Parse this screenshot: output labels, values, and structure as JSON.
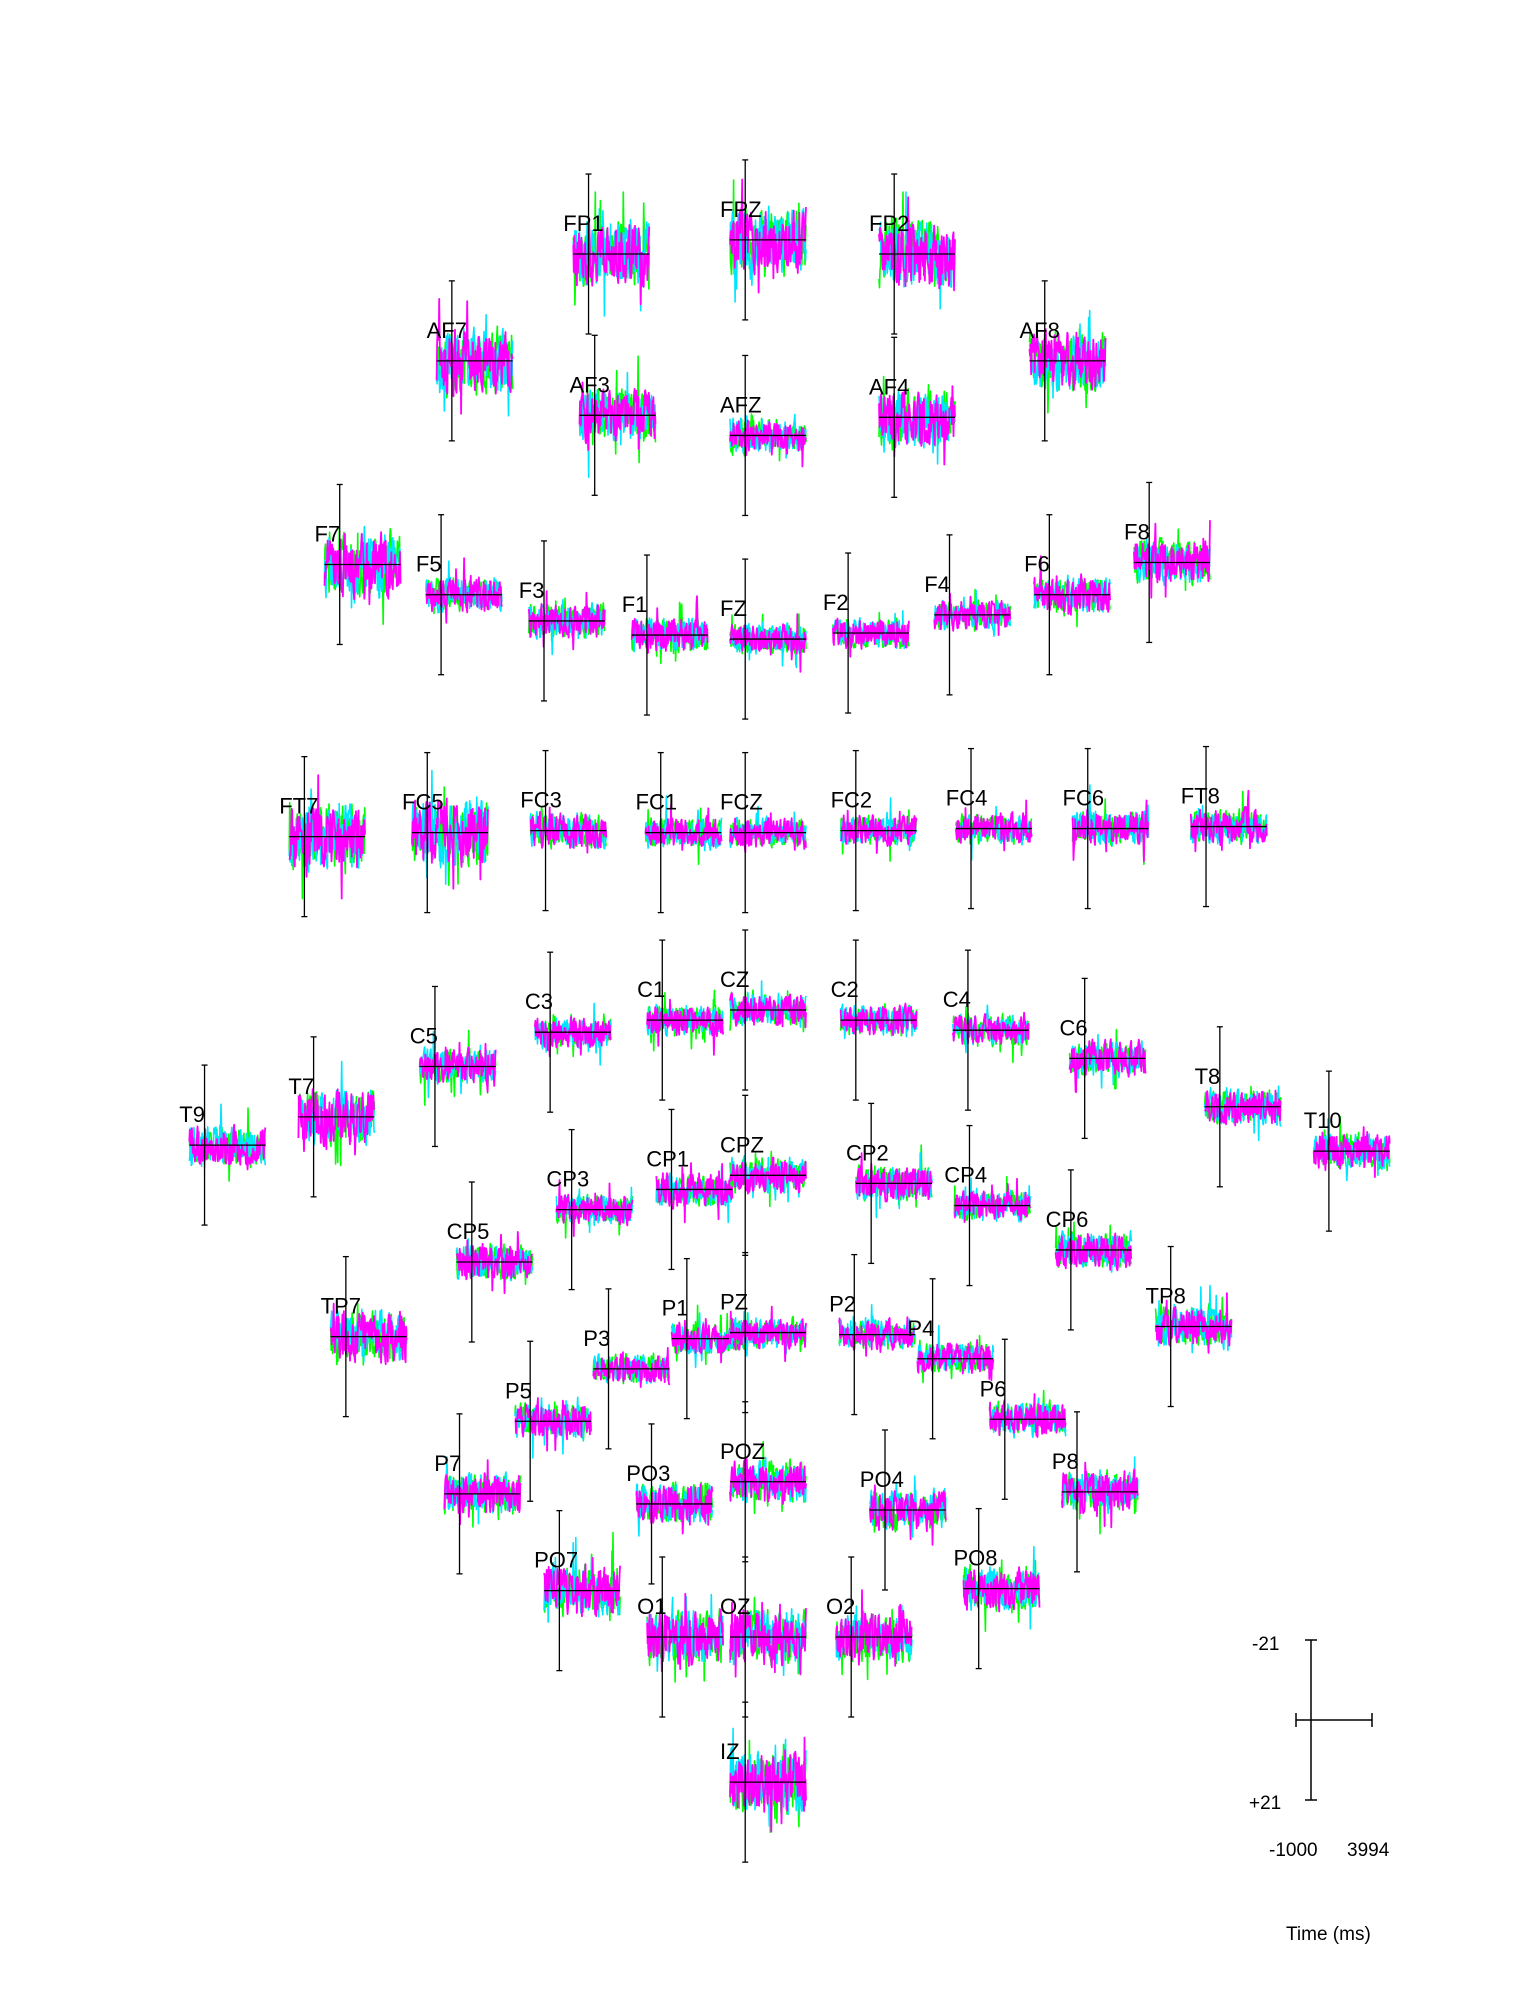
{
  "chart_data": {
    "type": "line",
    "description_axis": {
      "x_label": "Time (ms)",
      "x_min_label": "-1000",
      "x_max_label": "3994",
      "y_top_label": "-21",
      "y_bottom_label": "+21"
    },
    "xlim": [
      -1000,
      3994
    ],
    "ylim": [
      -21,
      21
    ],
    "y_inverted": true,
    "series_colors": [
      "#00ff00",
      "#00e5ff",
      "#ff00ff"
    ],
    "channels": [
      {
        "name": "FP1",
        "cx": 0.398,
        "cy": 0.126,
        "amp": 0.65
      },
      {
        "name": "FPZ",
        "cx": 0.5,
        "cy": 0.119,
        "amp": 0.65
      },
      {
        "name": "FP2",
        "cx": 0.597,
        "cy": 0.126,
        "amp": 0.65
      },
      {
        "name": "AF7",
        "cx": 0.309,
        "cy": 0.179,
        "amp": 0.65
      },
      {
        "name": "AF3",
        "cx": 0.402,
        "cy": 0.206,
        "amp": 0.55
      },
      {
        "name": "AFZ",
        "cx": 0.5,
        "cy": 0.216,
        "amp": 0.35
      },
      {
        "name": "AF4",
        "cx": 0.597,
        "cy": 0.207,
        "amp": 0.55
      },
      {
        "name": "AF8",
        "cx": 0.695,
        "cy": 0.179,
        "amp": 0.6
      },
      {
        "name": "F7",
        "cx": 0.236,
        "cy": 0.28,
        "amp": 0.65
      },
      {
        "name": "F5",
        "cx": 0.302,
        "cy": 0.295,
        "amp": 0.35
      },
      {
        "name": "F3",
        "cx": 0.369,
        "cy": 0.308,
        "amp": 0.35
      },
      {
        "name": "F1",
        "cx": 0.436,
        "cy": 0.315,
        "amp": 0.35
      },
      {
        "name": "FZ",
        "cx": 0.5,
        "cy": 0.317,
        "amp": 0.3
      },
      {
        "name": "F2",
        "cx": 0.567,
        "cy": 0.314,
        "amp": 0.3
      },
      {
        "name": "F4",
        "cx": 0.633,
        "cy": 0.305,
        "amp": 0.3
      },
      {
        "name": "F6",
        "cx": 0.698,
        "cy": 0.295,
        "amp": 0.35
      },
      {
        "name": "F8",
        "cx": 0.763,
        "cy": 0.279,
        "amp": 0.45
      },
      {
        "name": "FT7",
        "cx": 0.213,
        "cy": 0.415,
        "amp": 0.65
      },
      {
        "name": "FC5",
        "cx": 0.293,
        "cy": 0.413,
        "amp": 0.65
      },
      {
        "name": "FC3",
        "cx": 0.37,
        "cy": 0.412,
        "amp": 0.35
      },
      {
        "name": "FC1",
        "cx": 0.445,
        "cy": 0.413,
        "amp": 0.3
      },
      {
        "name": "FCZ",
        "cx": 0.5,
        "cy": 0.413,
        "amp": 0.3
      },
      {
        "name": "FC2",
        "cx": 0.572,
        "cy": 0.412,
        "amp": 0.3
      },
      {
        "name": "FC4",
        "cx": 0.647,
        "cy": 0.411,
        "amp": 0.3
      },
      {
        "name": "FC6",
        "cx": 0.723,
        "cy": 0.411,
        "amp": 0.35
      },
      {
        "name": "FT8",
        "cx": 0.8,
        "cy": 0.41,
        "amp": 0.35
      },
      {
        "name": "C3",
        "cx": 0.373,
        "cy": 0.512,
        "amp": 0.3
      },
      {
        "name": "C1",
        "cx": 0.446,
        "cy": 0.506,
        "amp": 0.3
      },
      {
        "name": "CZ",
        "cx": 0.5,
        "cy": 0.501,
        "amp": 0.3
      },
      {
        "name": "C2",
        "cx": 0.572,
        "cy": 0.506,
        "amp": 0.3
      },
      {
        "name": "C4",
        "cx": 0.645,
        "cy": 0.511,
        "amp": 0.3
      },
      {
        "name": "C5",
        "cx": 0.298,
        "cy": 0.529,
        "amp": 0.35
      },
      {
        "name": "C6",
        "cx": 0.721,
        "cy": 0.525,
        "amp": 0.35
      },
      {
        "name": "T7",
        "cx": 0.219,
        "cy": 0.554,
        "amp": 0.55
      },
      {
        "name": "T8",
        "cx": 0.809,
        "cy": 0.549,
        "amp": 0.35
      },
      {
        "name": "T9",
        "cx": 0.148,
        "cy": 0.568,
        "amp": 0.4
      },
      {
        "name": "T10",
        "cx": 0.88,
        "cy": 0.571,
        "amp": 0.35
      },
      {
        "name": "CP1",
        "cx": 0.452,
        "cy": 0.59,
        "amp": 0.35
      },
      {
        "name": "CPZ",
        "cx": 0.5,
        "cy": 0.583,
        "amp": 0.35
      },
      {
        "name": "CP2",
        "cx": 0.582,
        "cy": 0.587,
        "amp": 0.35
      },
      {
        "name": "CP3",
        "cx": 0.387,
        "cy": 0.6,
        "amp": 0.3
      },
      {
        "name": "CP4",
        "cx": 0.646,
        "cy": 0.598,
        "amp": 0.3
      },
      {
        "name": "CP5",
        "cx": 0.322,
        "cy": 0.626,
        "amp": 0.35
      },
      {
        "name": "CP6",
        "cx": 0.712,
        "cy": 0.62,
        "amp": 0.35
      },
      {
        "name": "TP7",
        "cx": 0.24,
        "cy": 0.663,
        "amp": 0.5
      },
      {
        "name": "TP8",
        "cx": 0.777,
        "cy": 0.658,
        "amp": 0.4
      },
      {
        "name": "P1",
        "cx": 0.462,
        "cy": 0.664,
        "amp": 0.3
      },
      {
        "name": "PZ",
        "cx": 0.5,
        "cy": 0.661,
        "amp": 0.3
      },
      {
        "name": "P2",
        "cx": 0.571,
        "cy": 0.662,
        "amp": 0.3
      },
      {
        "name": "P3",
        "cx": 0.411,
        "cy": 0.679,
        "amp": 0.3
      },
      {
        "name": "P4",
        "cx": 0.622,
        "cy": 0.674,
        "amp": 0.3
      },
      {
        "name": "P5",
        "cx": 0.36,
        "cy": 0.705,
        "amp": 0.35
      },
      {
        "name": "P6",
        "cx": 0.669,
        "cy": 0.704,
        "amp": 0.35
      },
      {
        "name": "P7",
        "cx": 0.314,
        "cy": 0.741,
        "amp": 0.4
      },
      {
        "name": "P8",
        "cx": 0.716,
        "cy": 0.74,
        "amp": 0.4
      },
      {
        "name": "PO3",
        "cx": 0.439,
        "cy": 0.746,
        "amp": 0.4
      },
      {
        "name": "POZ",
        "cx": 0.5,
        "cy": 0.735,
        "amp": 0.4
      },
      {
        "name": "PO4",
        "cx": 0.591,
        "cy": 0.749,
        "amp": 0.4
      },
      {
        "name": "PO7",
        "cx": 0.379,
        "cy": 0.789,
        "amp": 0.5
      },
      {
        "name": "PO8",
        "cx": 0.652,
        "cy": 0.788,
        "amp": 0.45
      },
      {
        "name": "O1",
        "cx": 0.446,
        "cy": 0.812,
        "amp": 0.55
      },
      {
        "name": "OZ",
        "cx": 0.5,
        "cy": 0.812,
        "amp": 0.55
      },
      {
        "name": "O2",
        "cx": 0.569,
        "cy": 0.812,
        "amp": 0.5
      },
      {
        "name": "IZ",
        "cx": 0.5,
        "cy": 0.884,
        "amp": 0.65
      }
    ]
  }
}
